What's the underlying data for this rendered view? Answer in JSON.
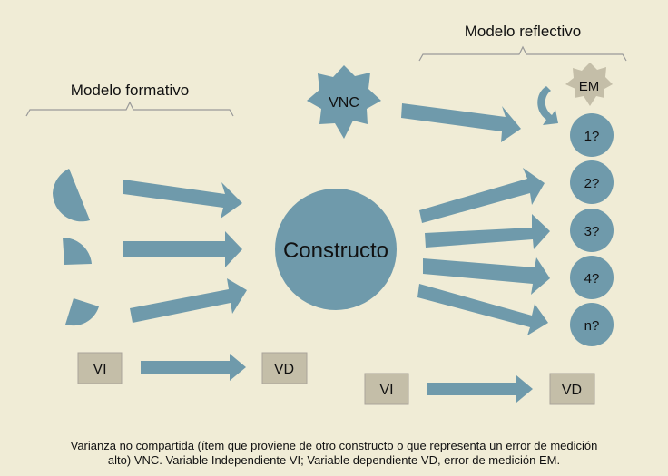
{
  "colors": {
    "background": "#f0ecd6",
    "shape": "#6f9aab",
    "box": "#c4bea8",
    "brace": "#999999",
    "text": "#111111"
  },
  "formative": {
    "title": "Modelo formativo",
    "construct_label": "Constructo",
    "indicator_count": 3
  },
  "reflective": {
    "title": "Modelo reflectivo",
    "items": [
      "1?",
      "2?",
      "3?",
      "4?",
      "n?"
    ],
    "error_label": "EM",
    "vnc_label": "VNC"
  },
  "legend_left": {
    "vi": "VI",
    "vd": "VD"
  },
  "legend_right": {
    "vi": "VI",
    "vd": "VD"
  },
  "caption": {
    "line1": "Varianza no compartida (ítem que proviene de otro constructo o que representa un error de medición",
    "line2": "alto) VNC. Variable Independiente VI; Variable dependiente VD, error de medición EM."
  }
}
